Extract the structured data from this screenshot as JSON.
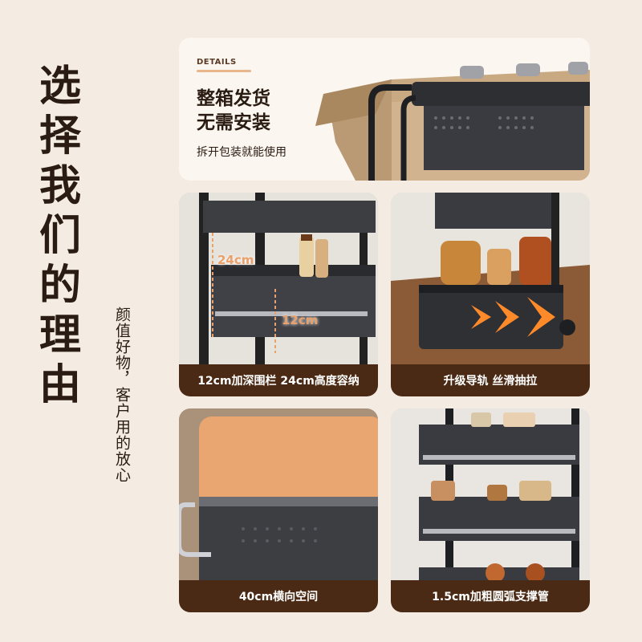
{
  "title_chars": [
    "选",
    "择",
    "我",
    "们",
    "的",
    "理",
    "由"
  ],
  "subtitle": "颜值好物，客户用的放心",
  "detail": {
    "label": "DETAILS",
    "headline_line1": "整箱发货",
    "headline_line2": "无需安装",
    "subline": "拆开包装就能使用"
  },
  "cards": [
    {
      "caption": "12cm加深围栏 24cm高度容纳",
      "dim_top": "24cm",
      "dim_bottom": "12cm"
    },
    {
      "caption": "升级导轨 丝滑抽拉"
    },
    {
      "caption": "40cm横向空间"
    },
    {
      "caption": "1.5cm加粗圆弧支撑管"
    }
  ],
  "colors": {
    "background": "#f4ece2",
    "caption_bar": "#4a2a14",
    "accent": "#e9a06a",
    "title_text": "#2a1c12"
  }
}
